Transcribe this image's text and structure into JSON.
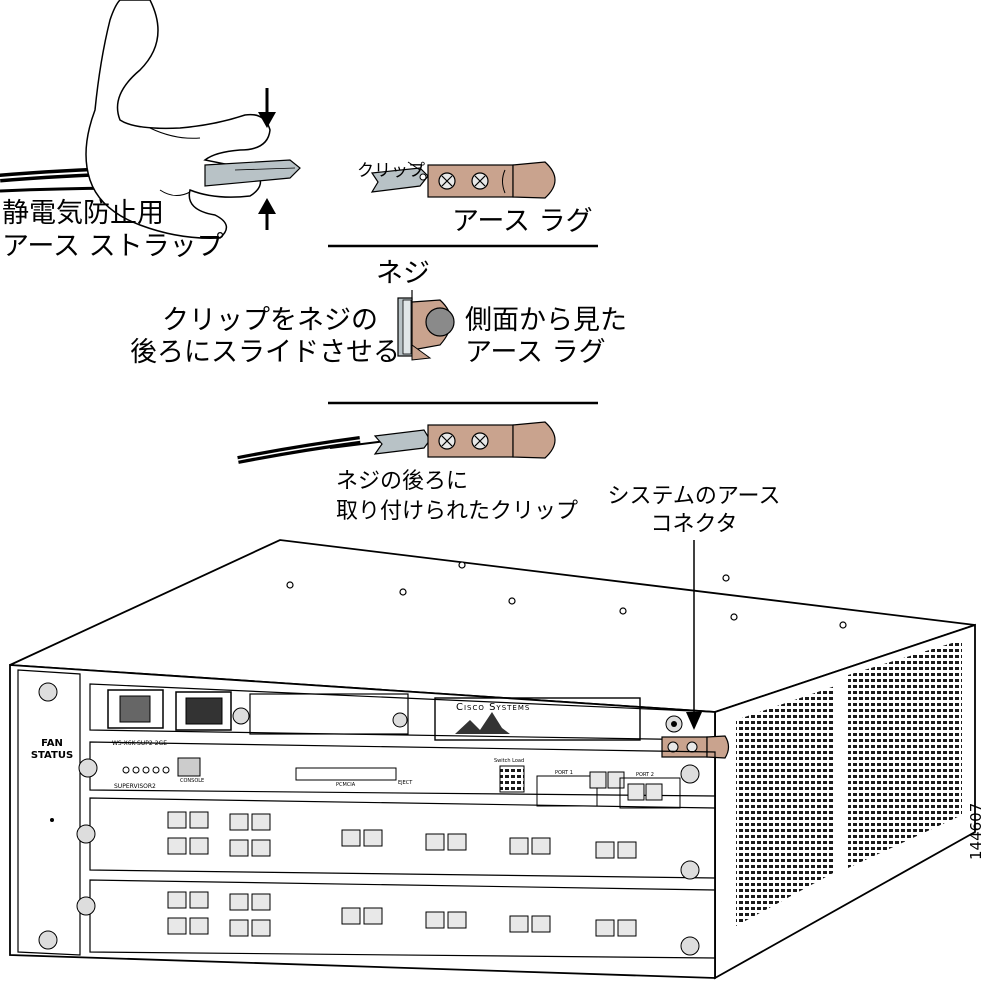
{
  "labels": {
    "strap_line1": "静電気防止用",
    "strap_line2": "アース ストラップ",
    "clip": "クリップ",
    "earth_lug": "アース ラグ",
    "screw": "ネジ",
    "slide_line1": "クリップをネジの",
    "slide_line2": "後ろにスライドさせる",
    "side_line1": "側面から見た",
    "side_line2": "アース ラグ",
    "attached_line1": "ネジの後ろに",
    "attached_line2": "取り付けられたクリップ",
    "connector_line1": "システムのアース",
    "connector_line2": "コネクタ",
    "figure_id": "144607"
  },
  "chassis": {
    "fan_status_line1": "FAN",
    "fan_status_line2": "STATUS",
    "brand": "Cisco Systems",
    "sup_model": "WS-X6K-SUP2-2GE",
    "sup_name": "SUPERVISOR2",
    "console": "CONSOLE",
    "pcmcia": "PCMCIA",
    "eject": "EJECT",
    "port1": "PORT 1",
    "port2": "PORT 2",
    "switch_load": "Switch Load"
  },
  "colors": {
    "lug": "#c9a38e",
    "lug_dark": "#9a7462",
    "metal": "#b8c2c6",
    "line": "#000000",
    "port_fill": "#e8e8e8"
  }
}
